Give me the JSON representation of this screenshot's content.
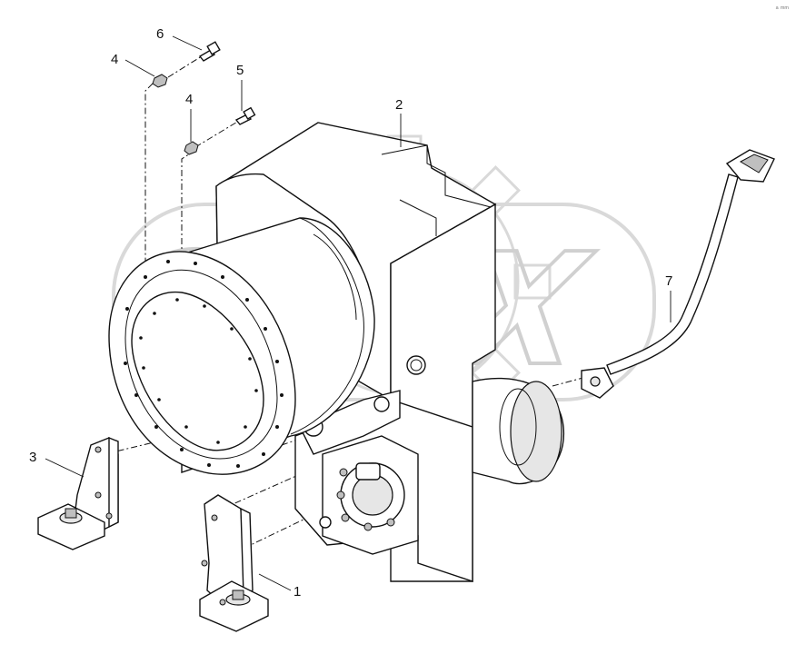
{
  "callouts": [
    {
      "id": "c6",
      "label": "6"
    },
    {
      "id": "c4a",
      "label": "4"
    },
    {
      "id": "c5",
      "label": "5"
    },
    {
      "id": "c4b",
      "label": "4"
    },
    {
      "id": "c2",
      "label": "2"
    },
    {
      "id": "c7",
      "label": "7"
    },
    {
      "id": "c3",
      "label": "3"
    },
    {
      "id": "c1",
      "label": "1"
    }
  ],
  "watermark": {
    "text": "OPEX"
  },
  "corner_mark": {
    "text": "ᵃ ᵐᵐ"
  }
}
